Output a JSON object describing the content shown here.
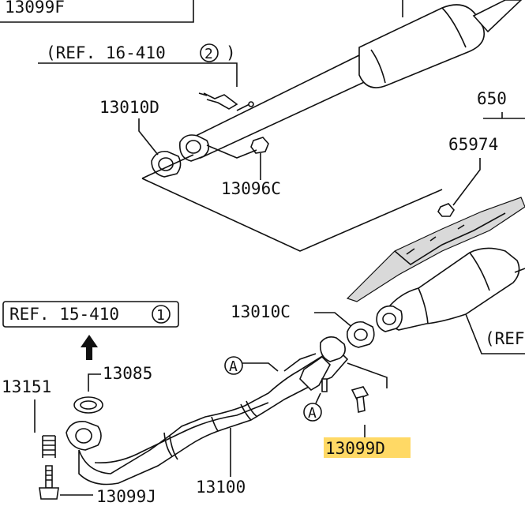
{
  "labels": {
    "top_left_partial": "13099F",
    "ref_16_410": "(REF. 16-410",
    "ref_16_410_num": "2",
    "ref_16_410_close": ")",
    "p13010D": "13010D",
    "p13096C": "13096C",
    "top_right_partial": "650",
    "p65974": "65974",
    "ref_15_410": "REF. 15-410",
    "ref_15_410_num": "1",
    "p13010C": "13010C",
    "p13085": "13085",
    "p13151": "13151",
    "marker_a": "A",
    "p13099J": "13099J",
    "p13100": "13100",
    "p13099D": "13099D",
    "ref_right_partial": "(REF"
  },
  "colors": {
    "highlight": "#ffd24a",
    "line": "#111111"
  }
}
